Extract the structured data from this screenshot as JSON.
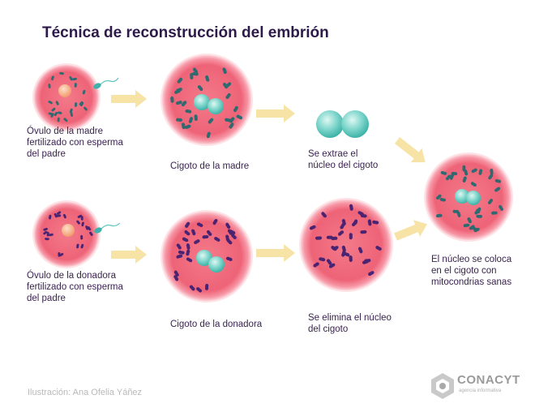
{
  "title": "Técnica de reconstrucción del embrión",
  "labels": {
    "mother_egg": [
      "Óvulo de la madre",
      "fertilizado con esperma",
      "del padre"
    ],
    "mother_zygote": [
      "Cigoto de la madre"
    ],
    "nucleus_extracted": [
      "Se extrae el",
      "núcleo del cigoto"
    ],
    "donor_egg": [
      "Óvulo de la donadora",
      "fertilizado con esperma",
      "del padre"
    ],
    "donor_zygote": [
      "Cigoto de la donadora"
    ],
    "nucleus_removed": [
      "Se elimina el núcleo",
      "del cigoto"
    ],
    "result": [
      "El núcleo se coloca",
      "en el cigoto con",
      "mitocondrias sanas"
    ]
  },
  "credit": "Ilustración: Ana Ofelia Yáñez",
  "logo": {
    "name": "CONACYT",
    "subtitle": "agencia informativa"
  },
  "colors": {
    "cell": "#f06a7c",
    "cell_glow": "#fbb9c3",
    "mito_healthy": "#2f6a70",
    "mito_damaged": "#4a2472",
    "nucleus": "#6fd0c6",
    "pronucleus_egg": "#f7b08a",
    "arrow": "#f7e3a6",
    "text": "#3a2350"
  },
  "icons": [
    "sperm-icon",
    "arrow-icon",
    "conacyt-logo-icon"
  ]
}
